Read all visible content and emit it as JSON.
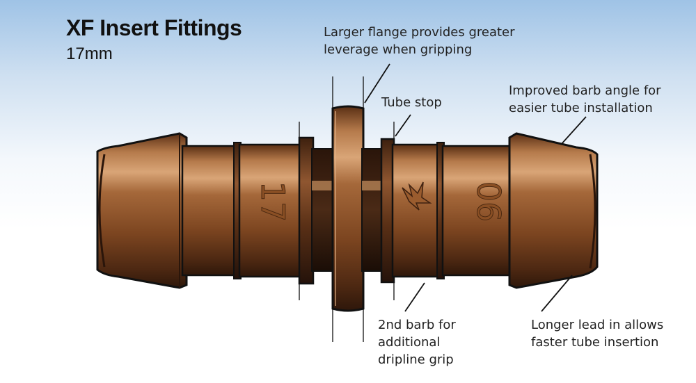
{
  "title": "XF Insert Fittings",
  "subtitle": "17mm",
  "callouts": {
    "flange": [
      "Larger flange provides greater",
      "leverage when gripping"
    ],
    "tube_stop": [
      "Tube stop"
    ],
    "barb_angle": [
      "Improved barb angle for",
      "easier tube installation"
    ],
    "second_barb": [
      "2nd barb for",
      "additional",
      "dripline grip"
    ],
    "longer_lead": [
      "Longer lead in allows",
      "faster tube insertion"
    ]
  },
  "markings": {
    "left": "17",
    "right": "06",
    "logo": "bird-logo-icon"
  },
  "colors": {
    "fitting_base": "#8a4f24",
    "fitting_highlight": "#c8915f",
    "fitting_shadow": "#3e2110",
    "background_top": "#9fc3e6"
  }
}
